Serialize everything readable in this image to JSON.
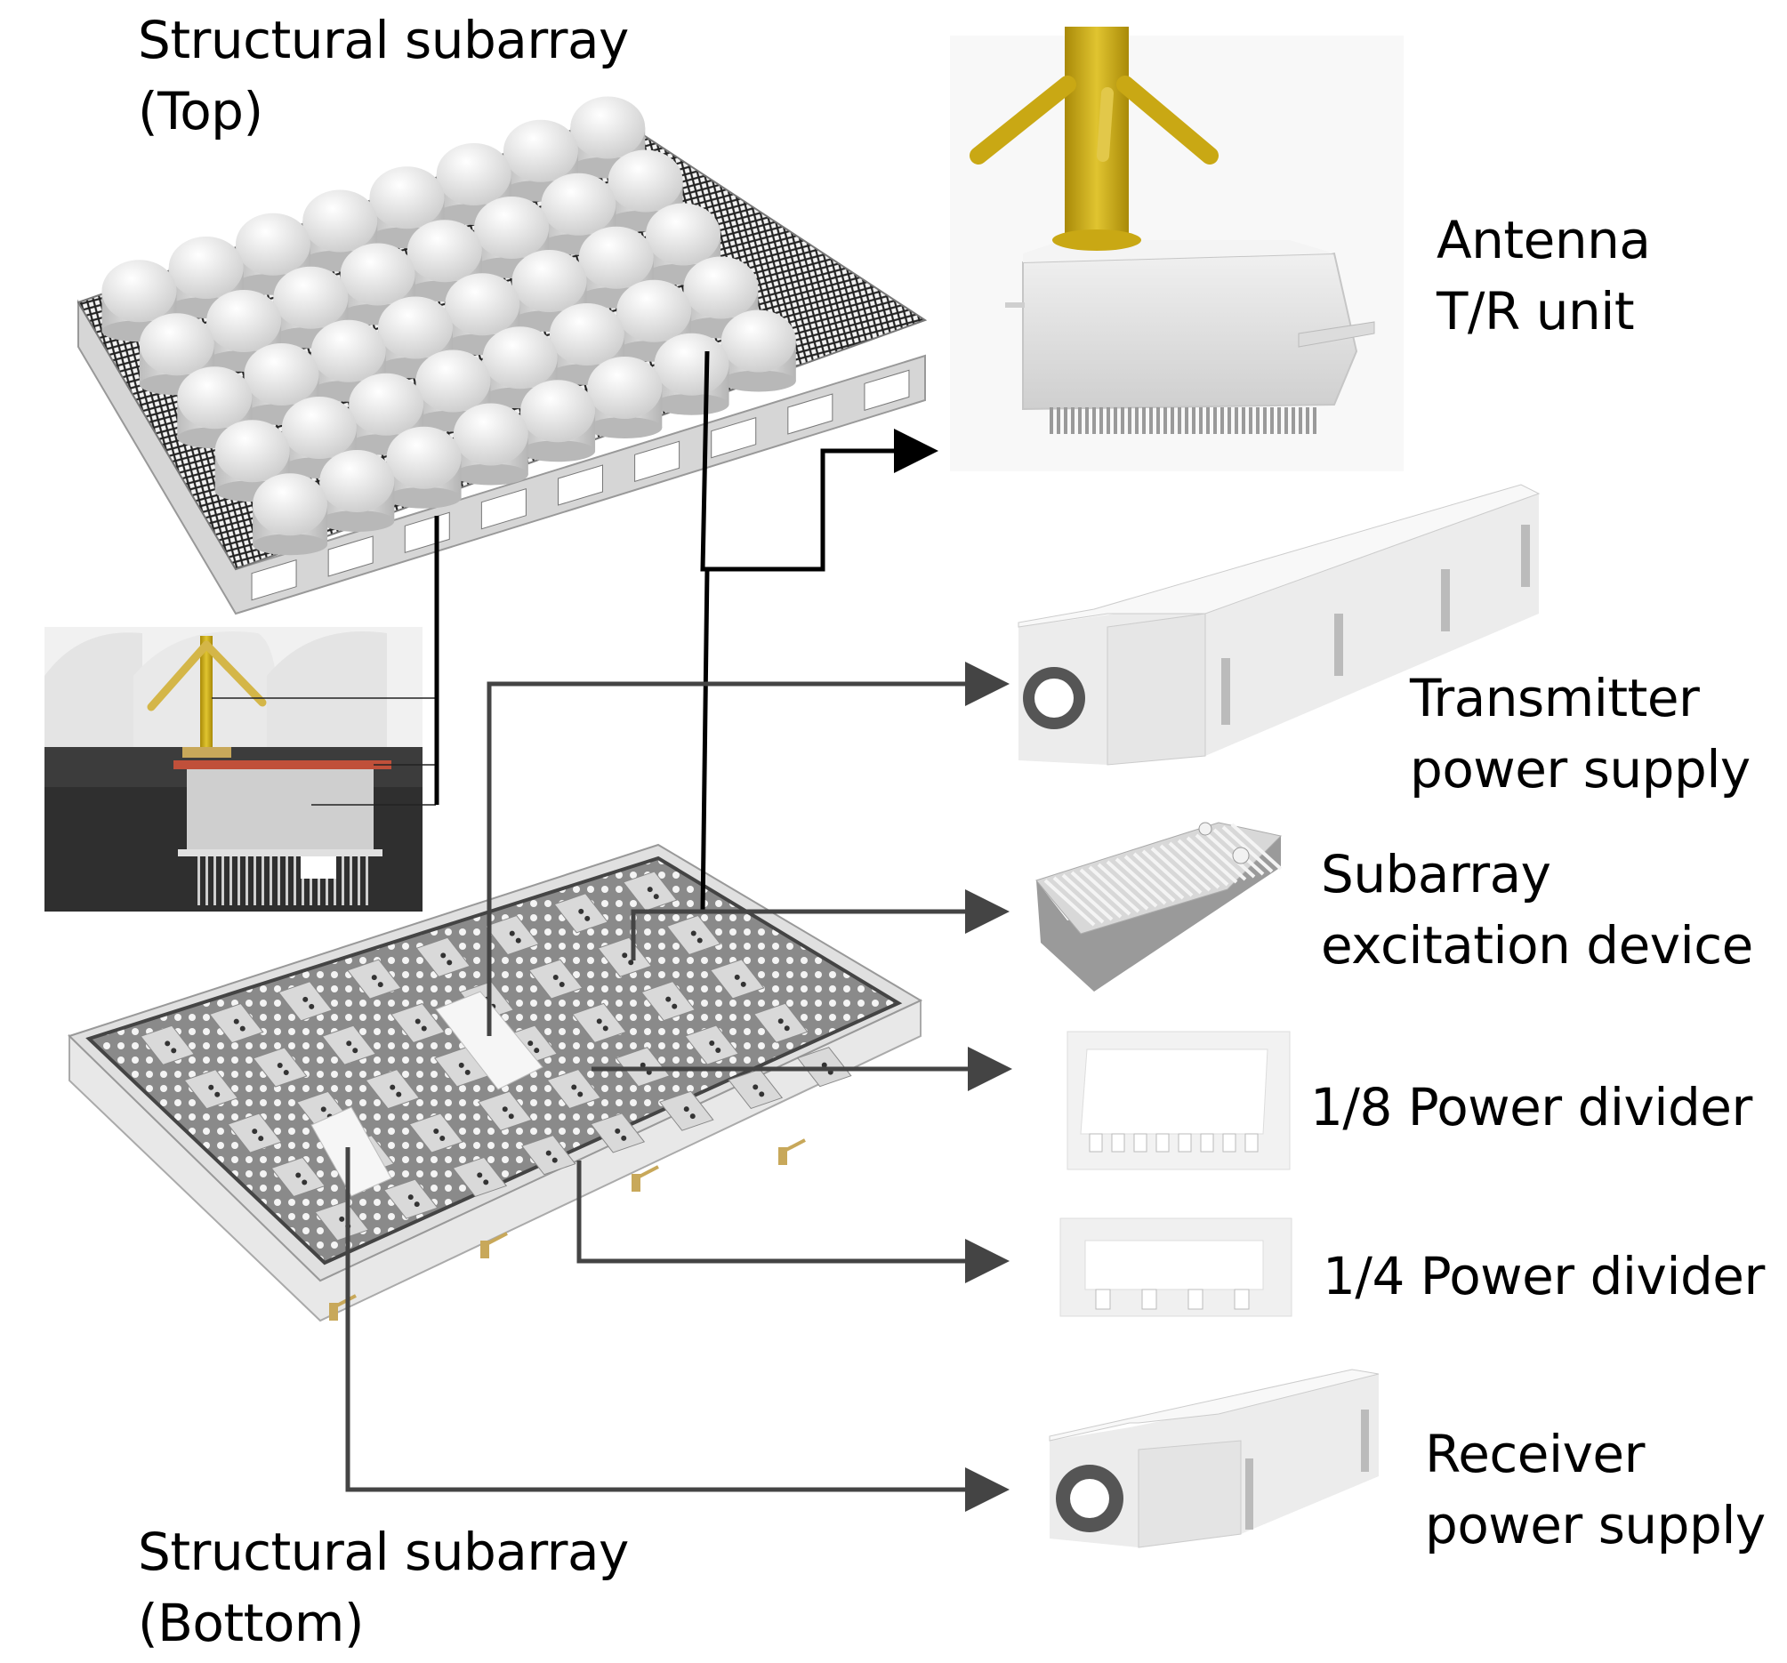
{
  "figure": {
    "labels": {
      "top_subarray": [
        "Structural subarray",
        "(Top)"
      ],
      "bottom_subarray": [
        "Structural subarray",
        "(Bottom)"
      ],
      "antenna_tr_unit": [
        "Antenna",
        "T/R unit"
      ],
      "transmitter_psu": [
        "Transmitter",
        "power supply"
      ],
      "excitation_device": [
        "Subarray",
        "excitation device"
      ],
      "power_divider_8": [
        "1/8 Power divider"
      ],
      "power_divider_4": [
        "1/4 Power divider"
      ],
      "receiver_psu": [
        "Receiver",
        "power supply"
      ]
    },
    "components": [
      {
        "id": "top-subarray",
        "name": "Structural subarray (Top)",
        "radome_rows": 5,
        "radome_cols": 8
      },
      {
        "id": "cross-section",
        "name": "Subarray cross-section detail"
      },
      {
        "id": "bottom-subarray",
        "name": "Structural subarray (Bottom)"
      },
      {
        "id": "antenna-tr-unit",
        "name": "Antenna T/R unit"
      },
      {
        "id": "transmitter-psu",
        "name": "Transmitter power supply"
      },
      {
        "id": "excitation-device",
        "name": "Subarray excitation device"
      },
      {
        "id": "power-divider-8",
        "name": "1/8 Power divider",
        "ports": 8
      },
      {
        "id": "power-divider-4",
        "name": "1/4 Power divider",
        "ports": 4
      },
      {
        "id": "receiver-psu",
        "name": "Receiver power supply"
      }
    ],
    "connections": [
      {
        "from": "top-subarray",
        "to": "antenna-tr-unit"
      },
      {
        "from": "bottom-subarray",
        "to": "transmitter-psu"
      },
      {
        "from": "bottom-subarray",
        "to": "excitation-device"
      },
      {
        "from": "bottom-subarray",
        "to": "power-divider-8"
      },
      {
        "from": "bottom-subarray",
        "to": "power-divider-4"
      },
      {
        "from": "bottom-subarray",
        "to": "receiver-psu"
      },
      {
        "from": "top-subarray",
        "to": "cross-section"
      }
    ],
    "colors": {
      "antenna_gold": "#c9a814",
      "brass": "#c8a85a",
      "body_gray": "#e2e2e2",
      "dark_gray": "#3a3a3a",
      "arrow_dark": "#444444",
      "arrow_black": "#000000",
      "pcb_red": "#c0503a"
    }
  }
}
